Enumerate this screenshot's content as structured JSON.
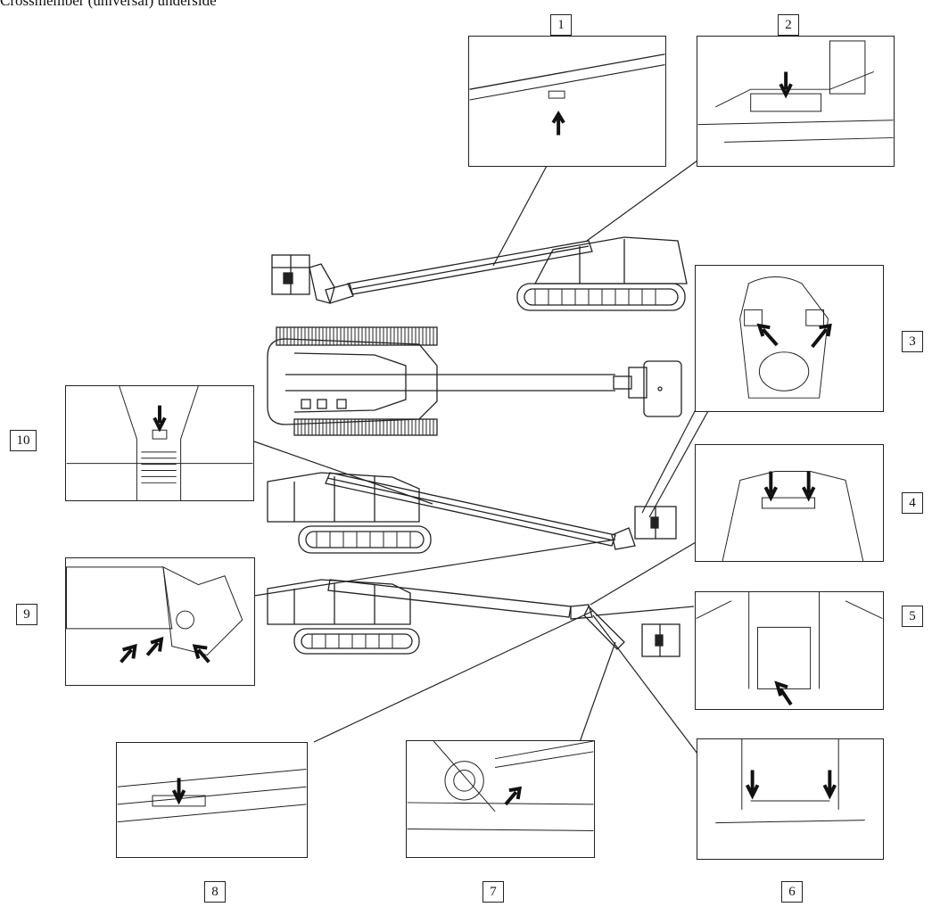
{
  "header": {
    "text": "Crossmember (universal) underside"
  },
  "callouts": [
    {
      "id": "1",
      "label": "1"
    },
    {
      "id": "2",
      "label": "2"
    },
    {
      "id": "3",
      "label": "3"
    },
    {
      "id": "4",
      "label": "4"
    },
    {
      "id": "5",
      "label": "5"
    },
    {
      "id": "6",
      "label": "6"
    },
    {
      "id": "7",
      "label": "7"
    },
    {
      "id": "8",
      "label": "8"
    },
    {
      "id": "9",
      "label": "9"
    },
    {
      "id": "10",
      "label": "10"
    }
  ],
  "colors": {
    "line": "#222222",
    "arrow": "#111111",
    "background": "#ffffff"
  }
}
